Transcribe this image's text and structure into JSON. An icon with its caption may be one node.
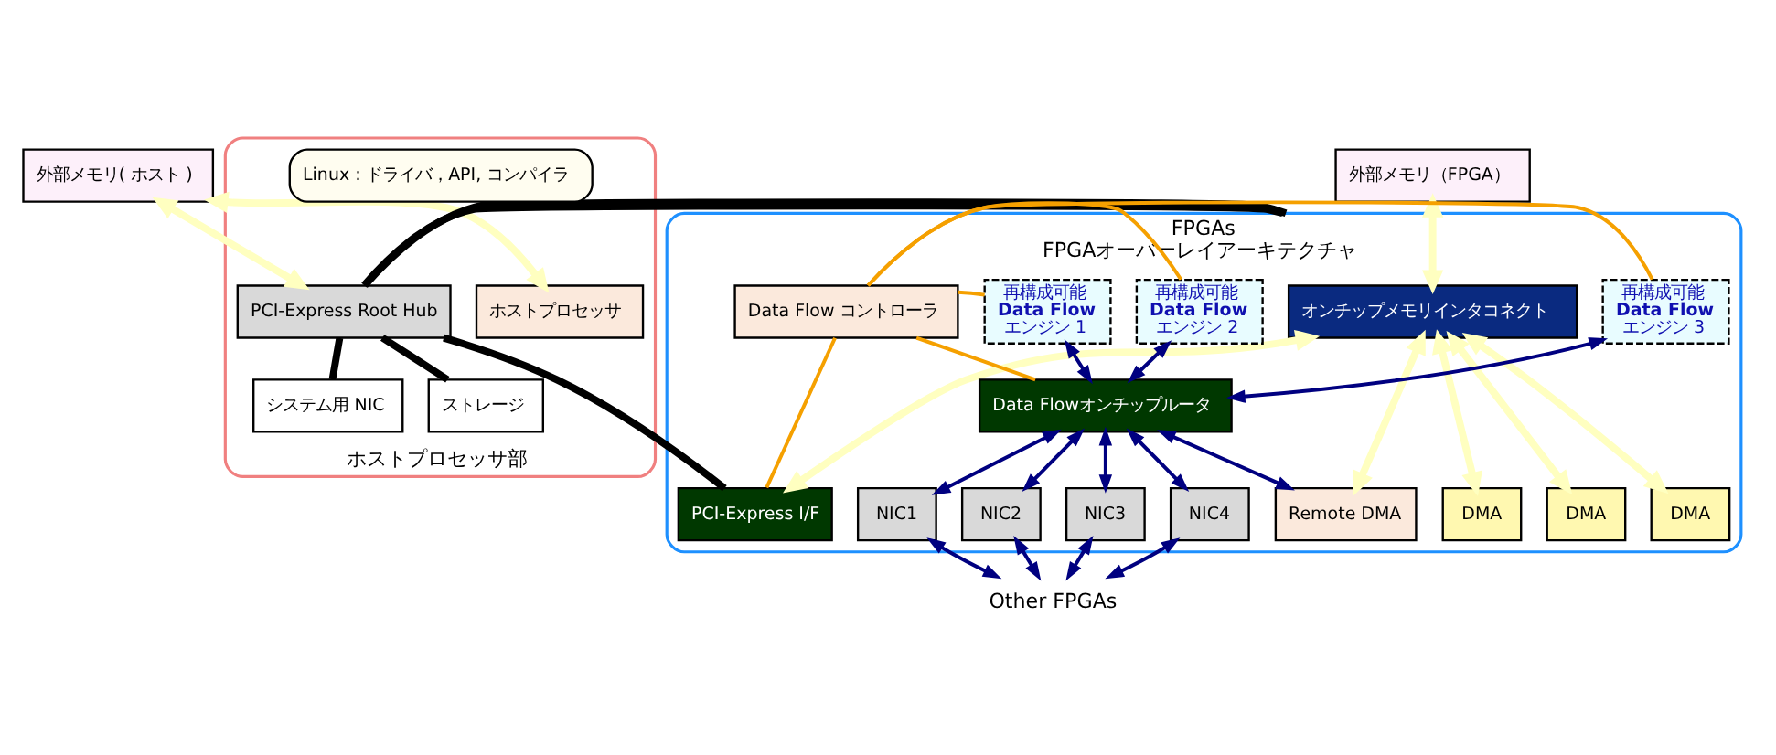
{
  "diagram": {
    "nodes": [
      {
        "text": [
          "外部メモリ( ホスト )"
        ]
      },
      {
        "text": [
          "ホストプロセッサ部"
        ]
      },
      {
        "text": [
          "ホストプロセッサ"
        ],
        "in": 1
      },
      {
        "text": [
          "PCI-Express Root Hub"
        ],
        "in": 1
      },
      {
        "text": [
          "Linux：ドライバ，API, コンパイラ"
        ],
        "in": 1
      },
      {
        "text": [
          "システム用 NIC"
        ],
        "in": 1
      },
      {
        "text": [
          "ストレージ"
        ],
        "in": 1
      },
      {
        "text": [
          "外部メモリ（FPGA）"
        ]
      },
      {
        "text": [
          "FPGAs",
          "FPGAオーバーレイアーキテクチャ"
        ]
      },
      {
        "text": [
          "オンチップメモリインタコネクト"
        ],
        "in": 8
      },
      {
        "text": [
          "PCI-Express I/F"
        ],
        "in": 8
      },
      {
        "text": [
          "Data Flow コントローラ"
        ],
        "in": 8
      },
      {
        "text": [
          "DMA"
        ],
        "in": 8
      },
      {
        "text": [
          "再構成可能",
          "Data Flow",
          "エンジン 1"
        ],
        "in": 8
      },
      {
        "text": [
          "DMA"
        ],
        "in": 8
      },
      {
        "text": [
          "再構成可能",
          "Data Flow",
          "エンジン 2"
        ],
        "in": 8
      },
      {
        "text": [
          "DMA"
        ],
        "in": 8
      },
      {
        "text": [
          "再構成可能",
          "Data Flow",
          "エンジン 3"
        ],
        "in": 8
      },
      {
        "text": [
          "Data Flowオンチップルータ"
        ],
        "in": 8
      },
      {
        "text": [
          "Remote DMA"
        ],
        "in": 8
      },
      {
        "text": [
          "NIC1"
        ],
        "in": 8
      },
      {
        "text": [
          "NIC2"
        ],
        "in": 8
      },
      {
        "text": [
          "NIC3"
        ],
        "in": 8
      },
      {
        "text": [
          "NIC4"
        ],
        "in": 8
      },
      {
        "text": [
          "Other FPGAs"
        ]
      }
    ],
    "edges": [
      {
        "from": 0,
        "to": 2,
        "arrow": "both",
        "style": "thick",
        "color": "#ffffc0"
      },
      {
        "from": 0,
        "to": 3,
        "arrow": "both",
        "style": "thick",
        "color": "#ffffc0"
      },
      {
        "from": 7,
        "to": 9,
        "arrow": "both",
        "style": "thick",
        "color": "#ffffc0"
      },
      {
        "from": 9,
        "to": 10,
        "arrow": "both",
        "style": "thick",
        "color": "#ffffc0"
      },
      {
        "from": 9,
        "to": 12,
        "arrow": "both",
        "style": "thick",
        "color": "#ffffc0"
      },
      {
        "from": 9,
        "to": 14,
        "arrow": "both",
        "style": "thick",
        "color": "#ffffc0"
      },
      {
        "from": 9,
        "to": 16,
        "arrow": "both",
        "style": "thick",
        "color": "#ffffc0"
      },
      {
        "from": 9,
        "to": 19,
        "arrow": "both",
        "style": "thick",
        "color": "#ffffc0"
      },
      {
        "from": 3,
        "to": 10,
        "arrow": "none",
        "style": "thick",
        "color": "#000000"
      },
      {
        "from": 3,
        "to": 8,
        "arrow": "none",
        "style": "thick",
        "color": "#000000"
      },
      {
        "from": 3,
        "to": 8,
        "arrow": "none",
        "style": "thick",
        "color": "#000000"
      },
      {
        "from": 3,
        "to": 5,
        "arrow": "none",
        "style": "thick",
        "color": "#000000"
      },
      {
        "from": 3,
        "to": 6,
        "arrow": "none",
        "style": "thick",
        "color": "#000000"
      },
      {
        "from": 11,
        "to": 10,
        "arrow": "none",
        "color": "#f5a000"
      },
      {
        "from": 11,
        "to": 13,
        "arrow": "none",
        "color": "#f5a000"
      },
      {
        "from": 11,
        "to": 15,
        "arrow": "none",
        "color": "#f5a000"
      },
      {
        "from": 11,
        "to": 17,
        "arrow": "none",
        "color": "#f5a000"
      },
      {
        "from": 11,
        "to": 18,
        "arrow": "none",
        "color": "#f5a000"
      },
      {
        "from": 13,
        "to": 18,
        "arrow": "both",
        "color": "#000080"
      },
      {
        "from": 15,
        "to": 18,
        "arrow": "both",
        "color": "#000080"
      },
      {
        "from": 17,
        "to": 18,
        "arrow": "both",
        "color": "#000080"
      },
      {
        "from": 18,
        "to": 19,
        "arrow": "both",
        "color": "#000080"
      },
      {
        "from": 18,
        "to": 20,
        "arrow": "both",
        "color": "#000080"
      },
      {
        "from": 18,
        "to": 21,
        "arrow": "both",
        "color": "#000080"
      },
      {
        "from": 18,
        "to": 22,
        "arrow": "both",
        "color": "#000080"
      },
      {
        "from": 18,
        "to": 23,
        "arrow": "both",
        "color": "#000080"
      },
      {
        "from": 20,
        "to": 24,
        "arrow": "both",
        "color": "#000080"
      },
      {
        "from": 21,
        "to": 24,
        "arrow": "both",
        "color": "#000080"
      },
      {
        "from": 22,
        "to": 24,
        "arrow": "both",
        "color": "#000080"
      },
      {
        "from": 23,
        "to": 24,
        "arrow": "both",
        "color": "#000080"
      }
    ]
  }
}
